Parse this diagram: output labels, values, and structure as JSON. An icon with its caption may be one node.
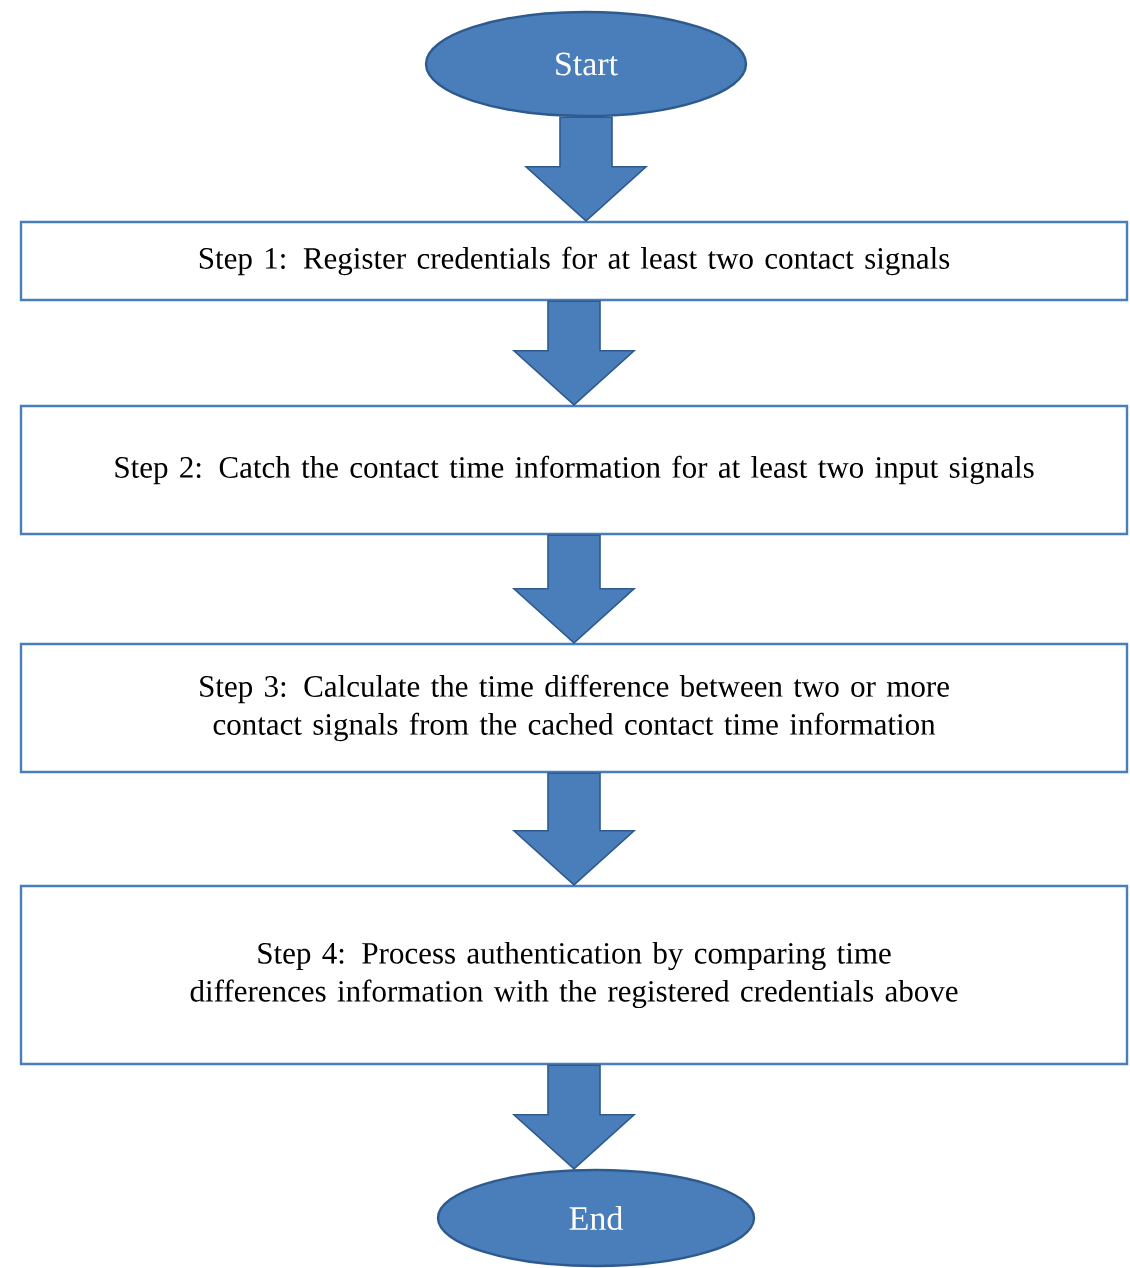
{
  "diagram": {
    "nodes": [
      {
        "text": [
          "Start"
        ]
      },
      {
        "text": [
          "Step 1: Register credentials for at least two contact signals"
        ]
      },
      {
        "text": [
          "Step 2: Catch the contact time information for at least two input signals"
        ]
      },
      {
        "text": [
          "Step 3: Calculate the time difference between two or more contact signals from the cached contact time information"
        ]
      },
      {
        "text": [
          "Step 4: Process authentication by comparing time differences information with the registered credentials above"
        ]
      },
      {
        "text": [
          "End"
        ]
      }
    ],
    "edges": [
      {
        "from": 0,
        "to": 1,
        "arrow": "to"
      },
      {
        "from": 1,
        "to": 2,
        "arrow": "to"
      },
      {
        "from": 2,
        "to": 3,
        "arrow": "to"
      },
      {
        "from": 3,
        "to": 4,
        "arrow": "to"
      },
      {
        "from": 4,
        "to": 5,
        "arrow": "to"
      }
    ]
  }
}
